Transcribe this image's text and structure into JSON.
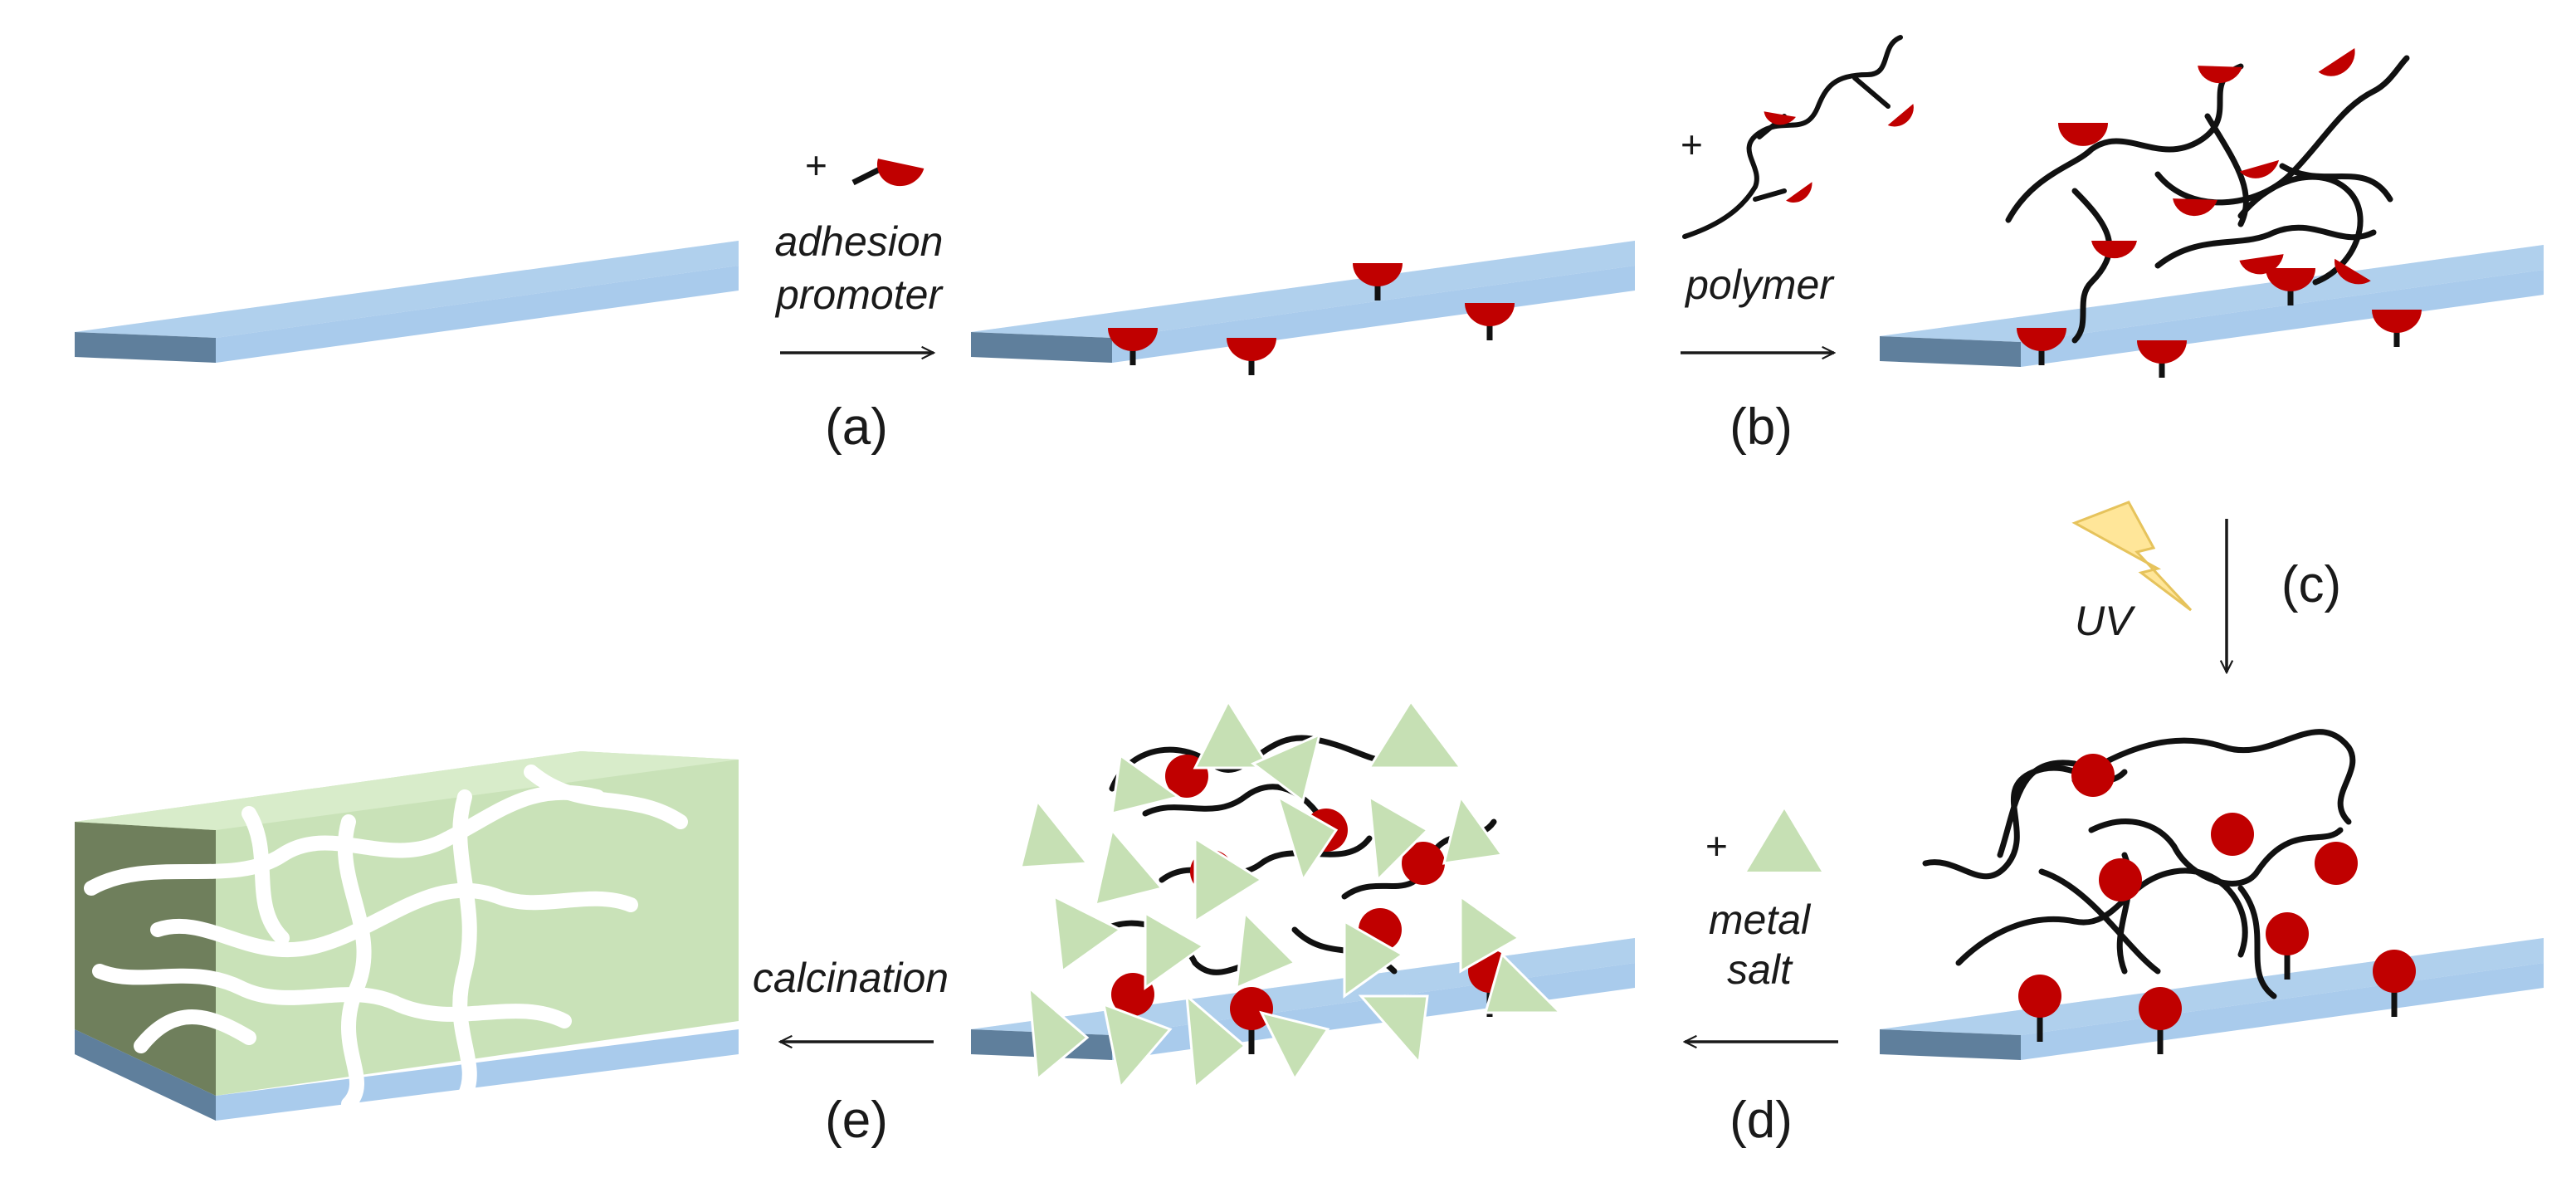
{
  "steps": {
    "a": {
      "label": "(a)",
      "reagent_line1": "adhesion",
      "reagent_line2": "promoter",
      "plus": "+"
    },
    "b": {
      "label": "(b)",
      "reagent": "polymer",
      "plus": "+"
    },
    "c": {
      "label": "(c)",
      "reagent": "UV"
    },
    "d": {
      "label": "(d)",
      "reagent_line1": "metal",
      "reagent_line2": "salt",
      "plus": "+"
    },
    "e": {
      "label": "(e)",
      "reagent": "calcination"
    }
  },
  "colors": {
    "substrate_top": "#a9cbec",
    "substrate_front": "#a9cbec",
    "substrate_side": "#5f7f9c",
    "promoter": "#c00000",
    "polymer": "#111111",
    "metal_salt": "#c6e0b4",
    "film": "#c9e2b8",
    "film_dark": "#6f7f5c",
    "lightning": "#ffe699",
    "ink": "#1a1a1a"
  },
  "icons": [
    "adhesion-promoter-icon",
    "polymer-chain-icon",
    "lightning-icon",
    "metal-salt-triangle-icon"
  ]
}
